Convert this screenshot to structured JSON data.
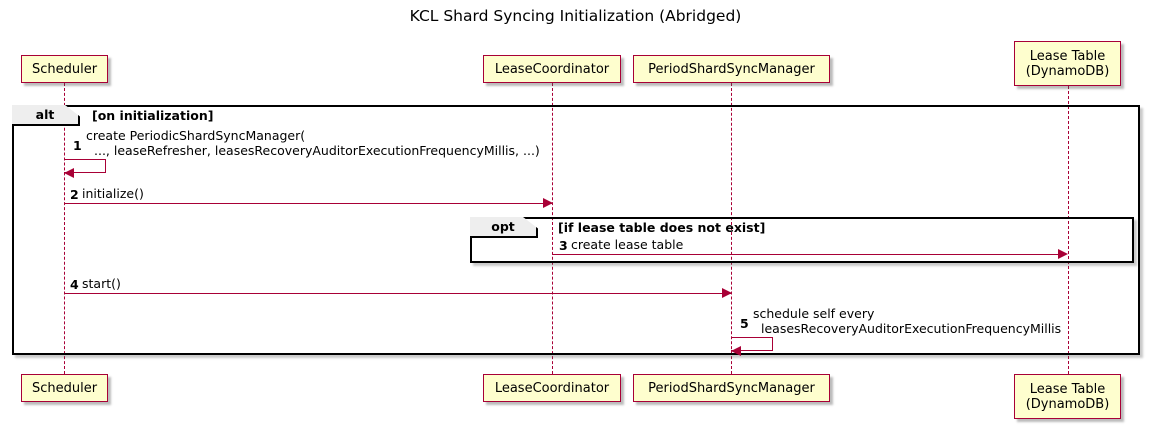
{
  "title": "KCL Shard Syncing Initialization (Abridged)",
  "colors": {
    "participant_fill": "#FEFECE",
    "participant_border": "#A80036",
    "arrow": "#A80036",
    "frame_border": "#000000",
    "frame_label_fill": "#EEEEEE",
    "background": "#FFFFFF"
  },
  "participants": [
    {
      "id": "scheduler",
      "lines": [
        "Scheduler"
      ]
    },
    {
      "id": "leasecoordinator",
      "lines": [
        "LeaseCoordinator"
      ]
    },
    {
      "id": "periodshardsyncmanager",
      "lines": [
        "PeriodShardSyncManager"
      ]
    },
    {
      "id": "leasetable",
      "lines": [
        "Lease Table",
        "(DynamoDB)"
      ]
    }
  ],
  "fragments": [
    {
      "id": "alt",
      "keyword": "alt",
      "condition": "[on initialization]"
    },
    {
      "id": "opt",
      "keyword": "opt",
      "condition": "[if lease table does not exist]"
    }
  ],
  "messages": [
    {
      "num": "1",
      "from": "scheduler",
      "to": "scheduler",
      "kind": "self",
      "label_line1": "create PeriodicShardSyncManager(",
      "label_line2": "..., leaseRefresher, leasesRecoveryAuditorExecutionFrequencyMillis, ...)"
    },
    {
      "num": "2",
      "from": "scheduler",
      "to": "leasecoordinator",
      "kind": "sync",
      "label_line1": "initialize()",
      "label_line2": ""
    },
    {
      "num": "3",
      "from": "leasecoordinator",
      "to": "leasetable",
      "kind": "sync",
      "label_line1": "create lease table",
      "label_line2": ""
    },
    {
      "num": "4",
      "from": "scheduler",
      "to": "periodshardsyncmanager",
      "kind": "sync",
      "label_line1": "start()",
      "label_line2": ""
    },
    {
      "num": "5",
      "from": "periodshardsyncmanager",
      "to": "periodshardsyncmanager",
      "kind": "self",
      "label_line1": "schedule self every",
      "label_line2": "leasesRecoveryAuditorExecutionFrequencyMillis"
    }
  ]
}
